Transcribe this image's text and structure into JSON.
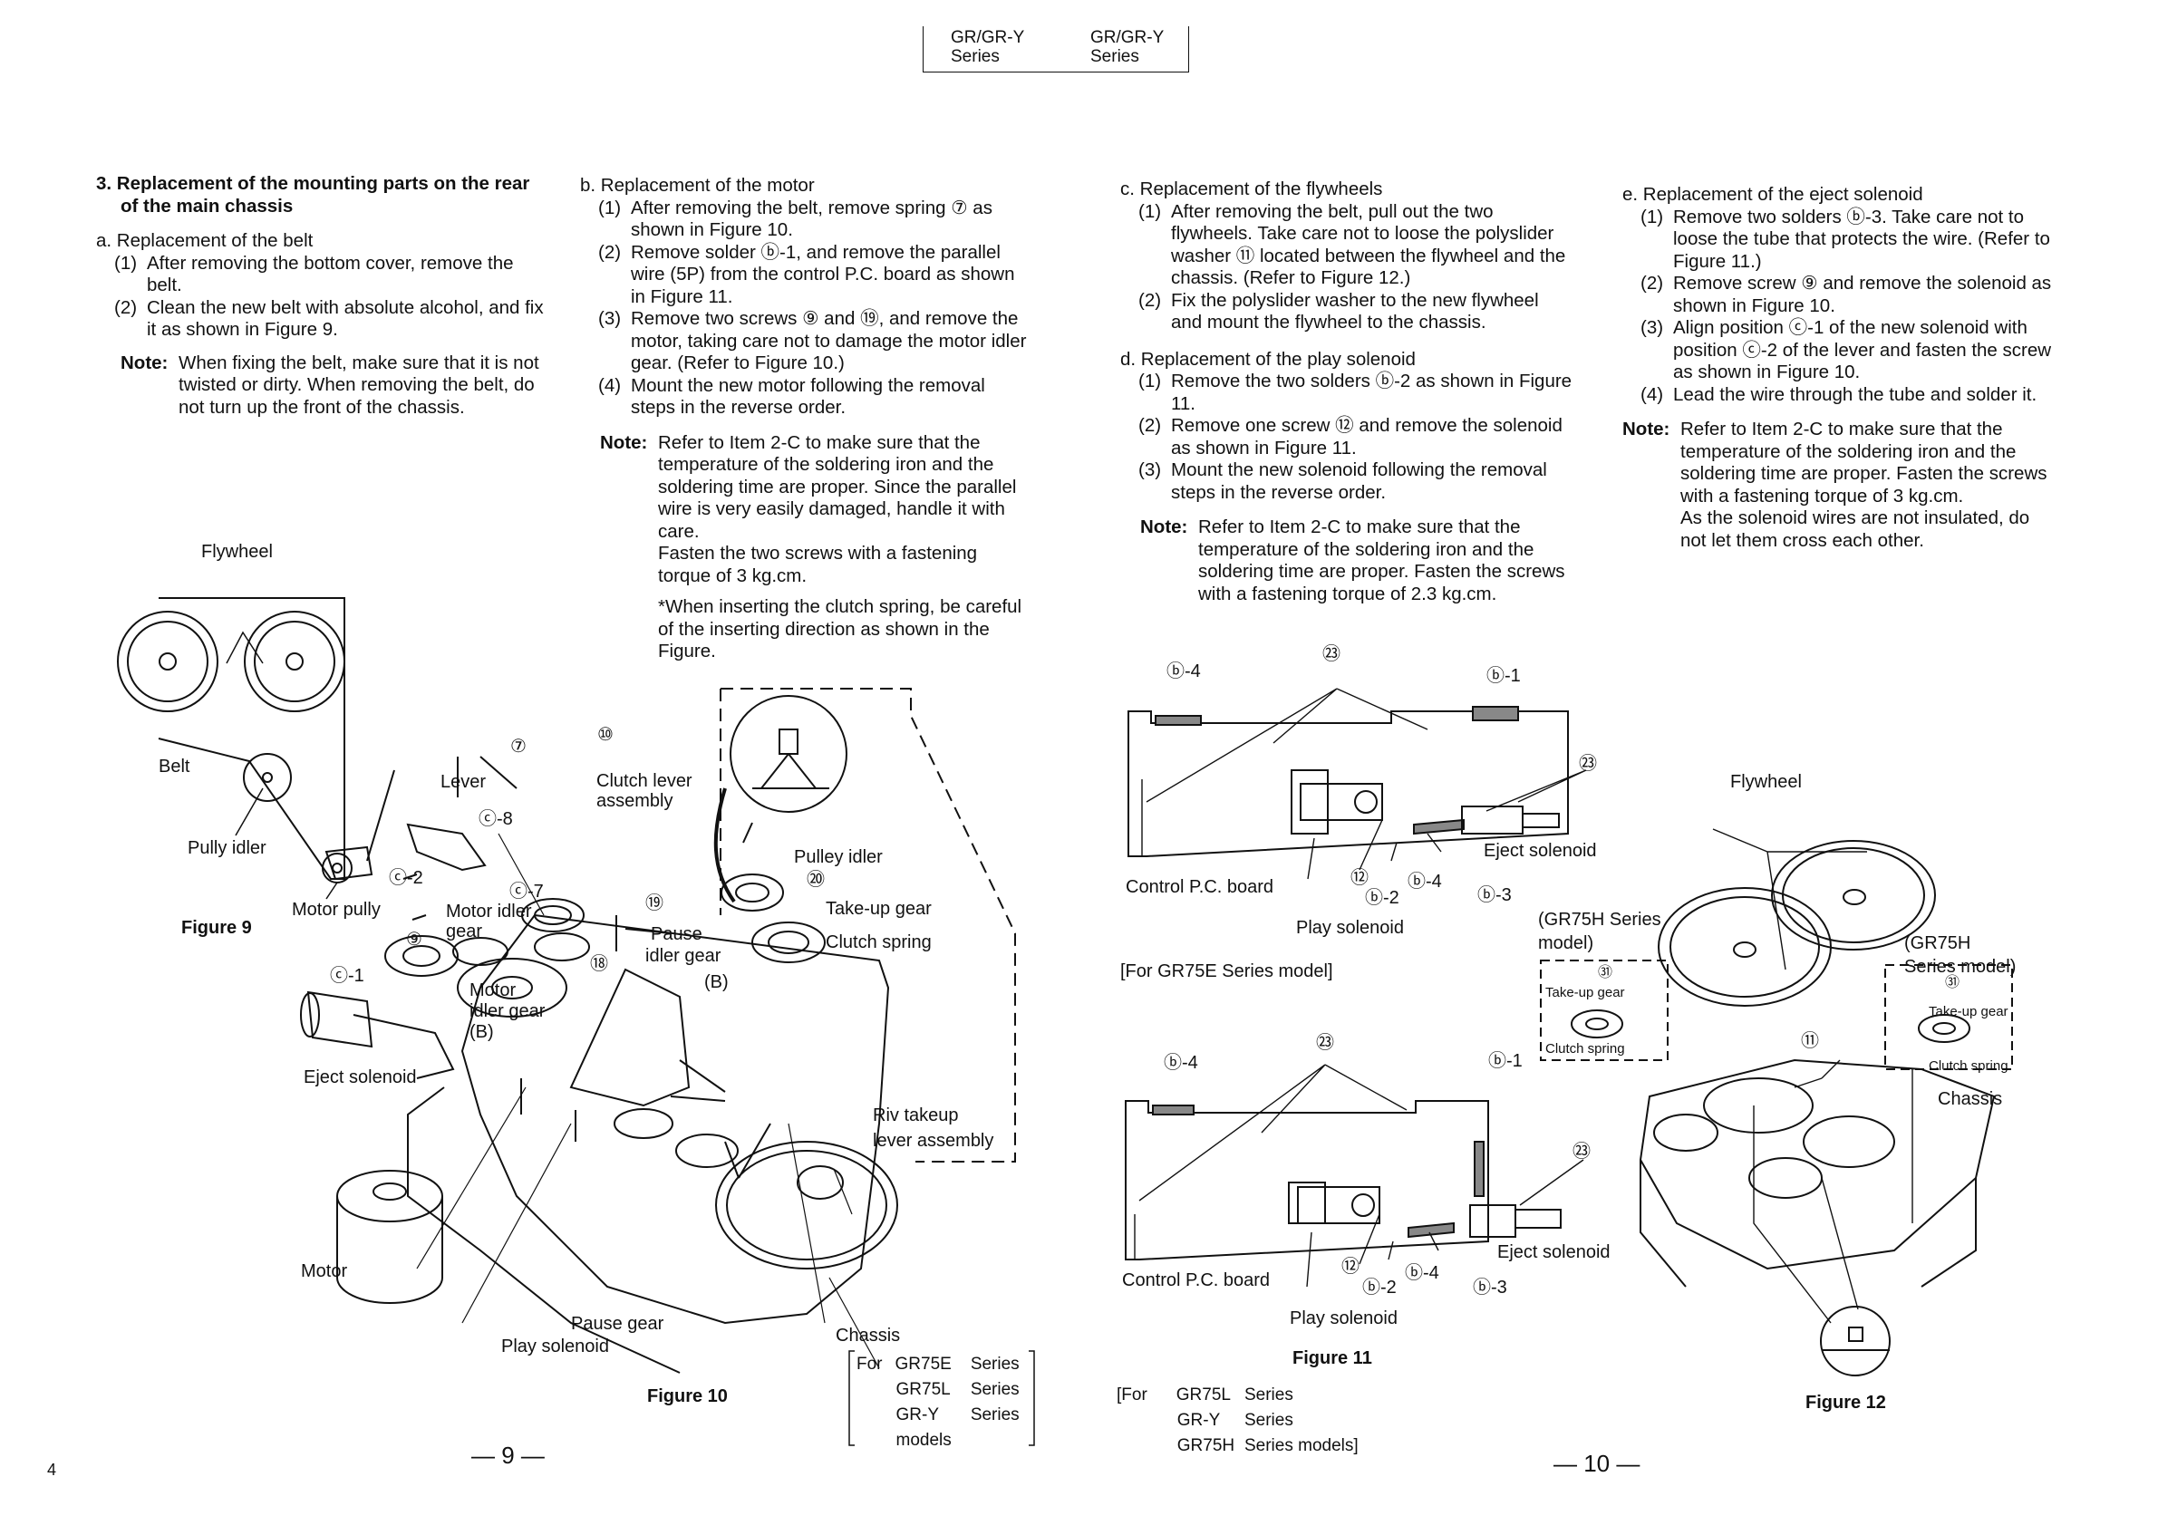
{
  "header": {
    "left_model": "GR/GR-Y",
    "left_series": "Series",
    "right_model": "GR/GR-Y",
    "right_series": "Series"
  },
  "left": {
    "section_title": "3. Replacement of the mounting parts on the rear",
    "section_title2": "of the main chassis",
    "a_title": "a. Replacement of the belt",
    "a_steps": [
      {
        "n": "(1)",
        "t": "After removing the bottom cover, remove the belt."
      },
      {
        "n": "(2)",
        "t": "Clean the new belt with absolute alcohol, and fix it as shown in Figure 9."
      }
    ],
    "a_note_label": "Note:",
    "a_note": "When fixing the belt, make sure that it is not twisted or dirty. When removing the belt, do not turn up the front of the chassis.",
    "b_title": "b. Replacement of the motor",
    "b_steps": [
      {
        "n": "(1)",
        "t": "After removing the belt, remove spring ⑦ as shown in Figure 10."
      },
      {
        "n": "(2)",
        "t": "Remove solder ⓑ-1, and remove the parallel wire (5P) from the control P.C. board as shown in Figure 11."
      },
      {
        "n": "(3)",
        "t": "Remove two screws ⑨ and ⑲, and remove the motor, taking care not to damage the motor idler gear. (Refer to Figure 10.)"
      },
      {
        "n": "(4)",
        "t": "Mount the new motor following the removal steps in the reverse order."
      }
    ],
    "b_note_label": "Note:",
    "b_note1": "Refer to Item 2-C to make sure that the temperature of the soldering iron and the soldering time are proper. Since the parallel wire is very easily damaged, handle it with care.",
    "b_note2": "Fasten the two screws with a fastening torque of 3 kg.cm.",
    "b_note3": "*When inserting the clutch spring, be careful of the inserting direction as shown in the Figure.",
    "fig9": {
      "flywheel": "Flywheel",
      "belt": "Belt",
      "pully_idler": "Pully idler",
      "motor_pully": "Motor pully",
      "caption": "Figure 9"
    },
    "fig10": {
      "lever": "Lever",
      "clutch_lever": "Clutch lever",
      "clutch_lever2": "assembly",
      "c8": "ⓒ-8",
      "c7": "ⓒ-7",
      "c2": "ⓒ-2",
      "c1": "ⓒ-1",
      "n7": "⑦",
      "n10": "⑩",
      "n20": "⑳",
      "n19": "⑲",
      "n18": "⑱",
      "n9": "⑨",
      "pulley_idler": "Pulley idler",
      "takeup_gear": "Take-up gear",
      "clutch_spring": "Clutch spring",
      "motor_idler": "Motor idler",
      "gear": "gear",
      "pause": "Pause",
      "idler_gear": "idler gear",
      "b": "(B)",
      "motor_idler_b1": "Motor",
      "motor_idler_b2": "idler gear",
      "motor_idler_b3": "(B)",
      "eject_solenoid": "Eject solenoid",
      "riv1": "Riv takeup",
      "riv2": "lever assembly",
      "motor": "Motor",
      "pause_gear": "Pause gear",
      "play_solenoid": "Play solenoid",
      "chassis": "Chassis",
      "caption": "Figure 10",
      "for": "For",
      "m1": "GR75E",
      "m2": "GR75L",
      "m3": "GR-Y",
      "s1": "Series",
      "s2": "Series",
      "s3": "Series",
      "models": "models"
    },
    "page_number": "— 9 —",
    "margin_number": "4"
  },
  "right": {
    "c_title": "c. Replacement of the flywheels",
    "c_steps": [
      {
        "n": "(1)",
        "t": "After removing the belt, pull out the two flywheels. Take care not to loose the polyslider washer ⑪ located between the flywheel and the chassis. (Refer to Figure 12.)"
      },
      {
        "n": "(2)",
        "t": "Fix the polyslider washer to the new flywheel and mount the flywheel to the chassis."
      }
    ],
    "d_title": "d. Replacement of the play solenoid",
    "d_steps": [
      {
        "n": "(1)",
        "t": "Remove the two solders ⓑ-2 as shown in Figure 11."
      },
      {
        "n": "(2)",
        "t": "Remove one screw ⑫ and remove the solenoid as shown in Figure 11."
      },
      {
        "n": "(3)",
        "t": "Mount the new solenoid following the removal steps in the reverse order."
      }
    ],
    "d_note_label": "Note:",
    "d_note": "Refer to Item 2-C to make sure that the temperature of the soldering iron and the soldering time are proper. Fasten the screws with a fastening torque of 2.3 kg.cm.",
    "e_title": "e. Replacement of the eject solenoid",
    "e_steps": [
      {
        "n": "(1)",
        "t": "Remove two solders ⓑ-3. Take care not to loose the tube that protects the wire. (Refer to Figure 11.)"
      },
      {
        "n": "(2)",
        "t": "Remove screw ⑨ and remove the solenoid as shown in Figure 10."
      },
      {
        "n": "(3)",
        "t": "Align position ⓒ-1 of the new solenoid with position ⓒ-2 of the lever and fasten the screw as shown in Figure 10."
      },
      {
        "n": "(4)",
        "t": "Lead the wire through the tube and solder it."
      }
    ],
    "e_note_label": "Note:",
    "e_note1": "Refer to Item 2-C to make sure that the temperature of the soldering iron and the soldering time are proper. Fasten the screws with a fastening torque of 3 kg.cm.",
    "e_note2": "As the solenoid wires are not insulated, do not let them cross each other.",
    "fig11": {
      "b4": "ⓑ-4",
      "n23": "㉓",
      "b1": "ⓑ-1",
      "control_pc": "Control P.C. board",
      "eject_solenoid": "Eject solenoid",
      "n12": "⑫",
      "b2": "ⓑ-2",
      "b3": "ⓑ-3",
      "play_solenoid": "Play solenoid",
      "for_gr75e": "[For GR75E Series model]",
      "caption": "Figure 11",
      "for": "[For",
      "m1": "GR75L",
      "m2": "GR-Y",
      "m3": "GR75H",
      "s1": "Series",
      "s2": "Series",
      "s3": "Series models]"
    },
    "fig12": {
      "flywheel": "Flywheel",
      "gr75h1": "(GR75H Series",
      "gr75h1b": "model)",
      "gr75h2": "(GR75H",
      "gr75h2b": "Series model)",
      "n31": "㉛",
      "takeup_gear": "Take-up gear",
      "clutch_spring": "Clutch spring",
      "n11": "⑪",
      "chassis": "Chassis",
      "caption": "Figure 12"
    },
    "page_number": "— 10 —"
  }
}
